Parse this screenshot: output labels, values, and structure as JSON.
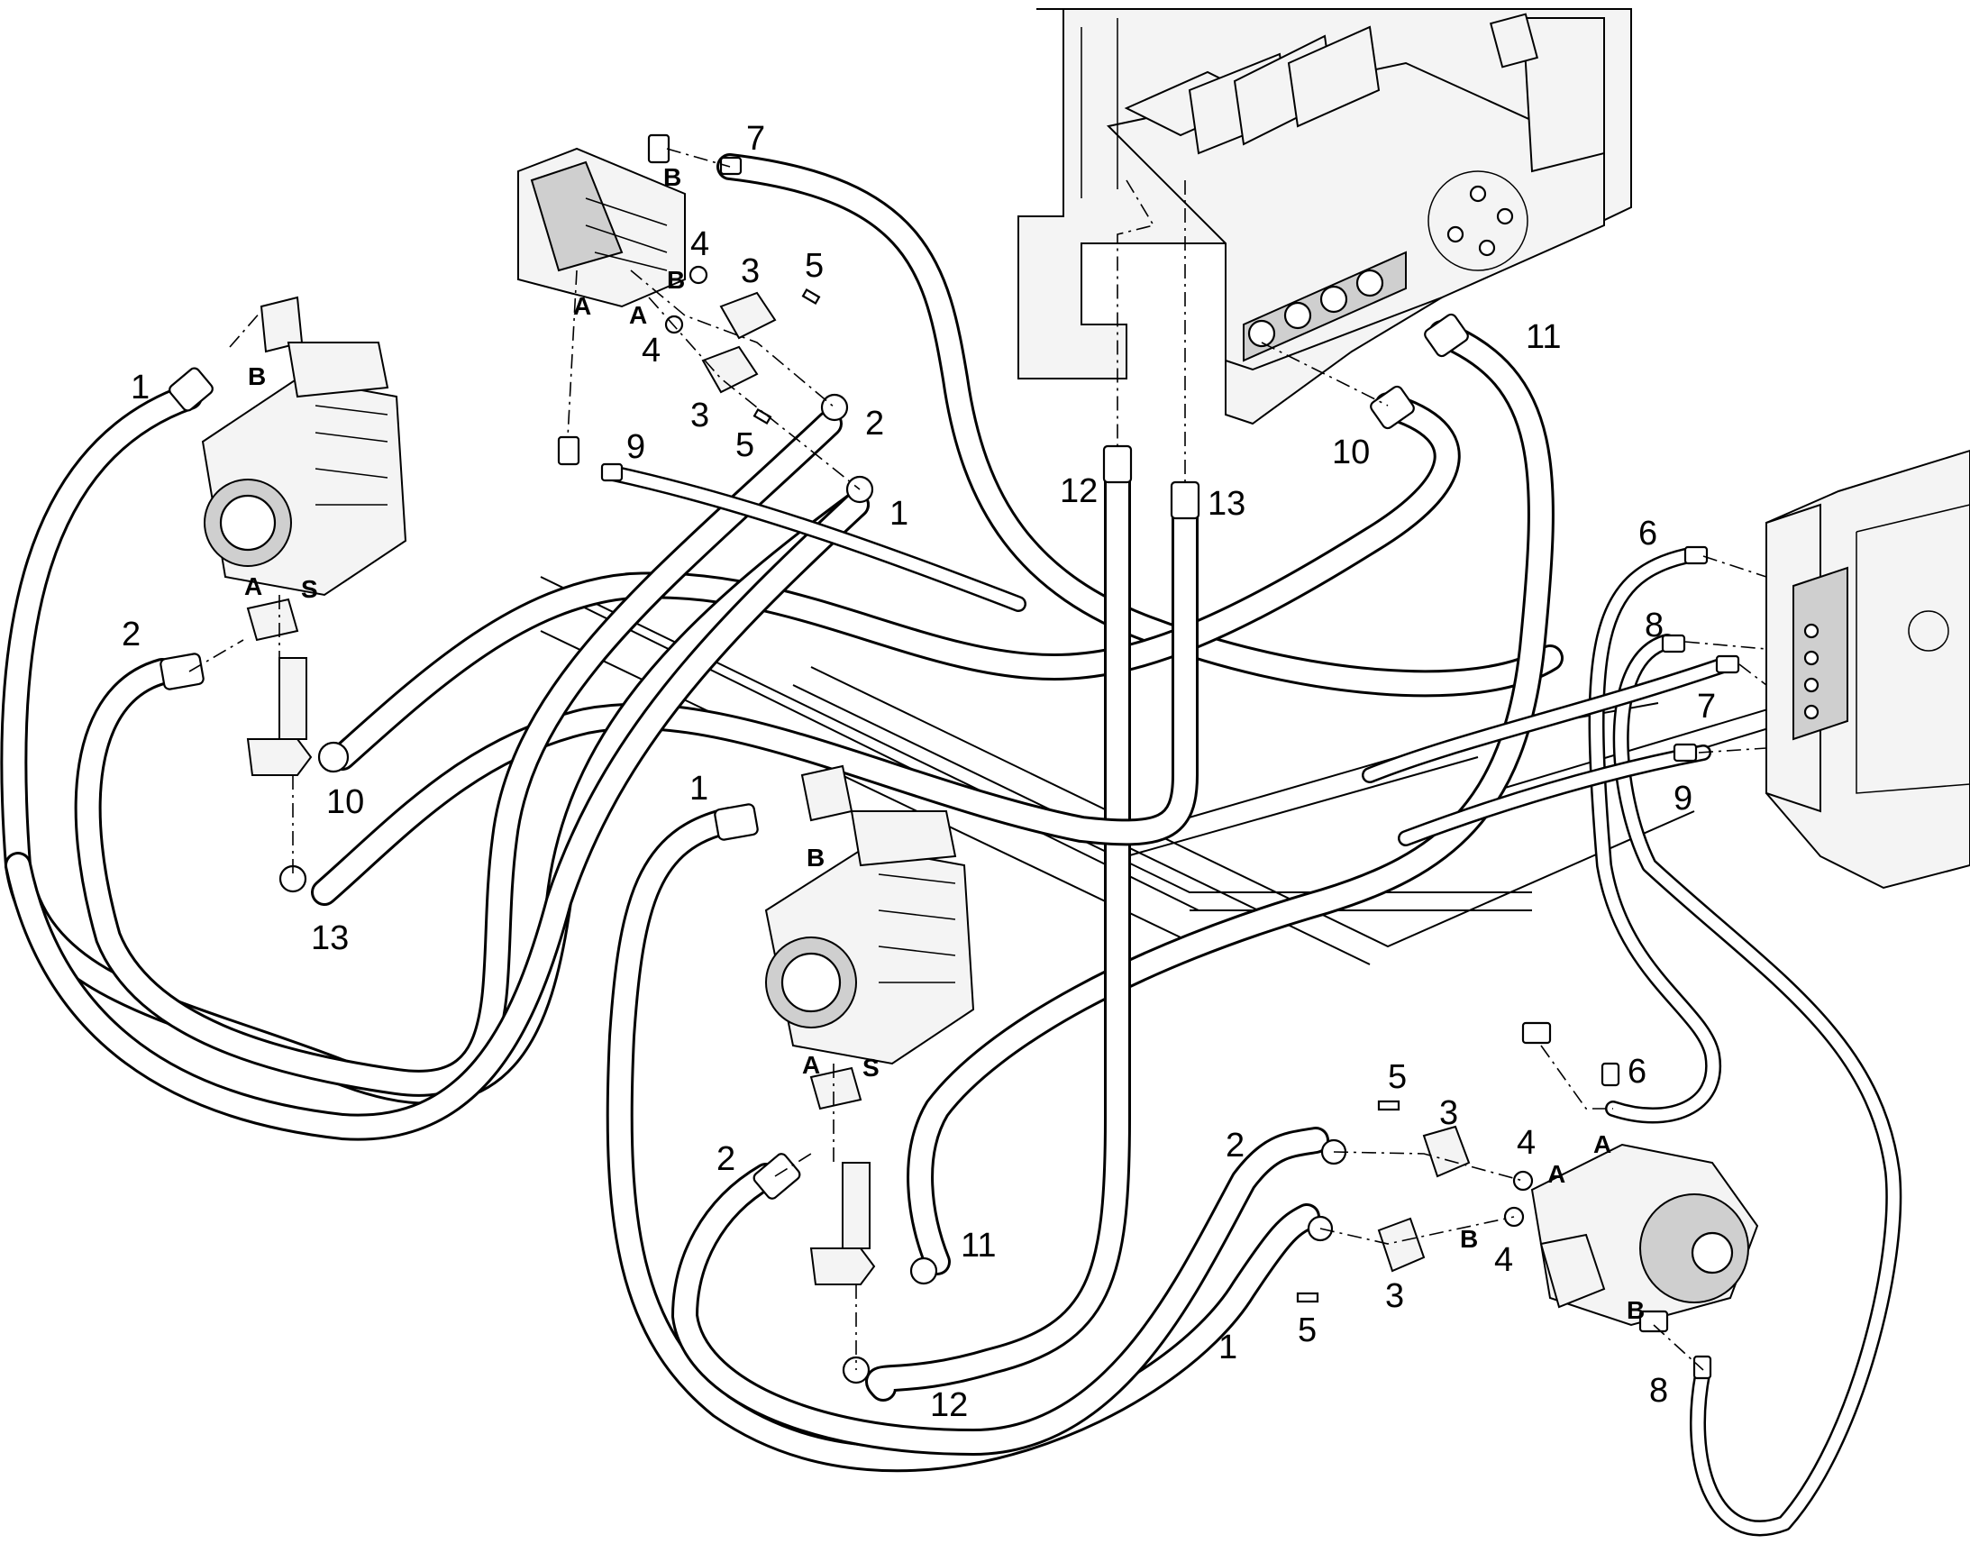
{
  "callouts": [
    {
      "id": "c1a",
      "text": "1"
    },
    {
      "id": "c1b",
      "text": "1"
    },
    {
      "id": "c1c",
      "text": "1"
    },
    {
      "id": "c1d",
      "text": "1"
    },
    {
      "id": "c2a",
      "text": "2"
    },
    {
      "id": "c2b",
      "text": "2"
    },
    {
      "id": "c2c",
      "text": "2"
    },
    {
      "id": "c2d",
      "text": "2"
    },
    {
      "id": "c3a",
      "text": "3"
    },
    {
      "id": "c3b",
      "text": "3"
    },
    {
      "id": "c3c",
      "text": "3"
    },
    {
      "id": "c3d",
      "text": "3"
    },
    {
      "id": "c4a",
      "text": "4"
    },
    {
      "id": "c4b",
      "text": "4"
    },
    {
      "id": "c4c",
      "text": "4"
    },
    {
      "id": "c4d",
      "text": "4"
    },
    {
      "id": "c5a",
      "text": "5"
    },
    {
      "id": "c5b",
      "text": "5"
    },
    {
      "id": "c5c",
      "text": "5"
    },
    {
      "id": "c5d",
      "text": "5"
    },
    {
      "id": "c6a",
      "text": "6"
    },
    {
      "id": "c6b",
      "text": "6"
    },
    {
      "id": "c7a",
      "text": "7"
    },
    {
      "id": "c7b",
      "text": "7"
    },
    {
      "id": "c8a",
      "text": "8"
    },
    {
      "id": "c8b",
      "text": "8"
    },
    {
      "id": "c9a",
      "text": "9"
    },
    {
      "id": "c9b",
      "text": "9"
    },
    {
      "id": "c10a",
      "text": "10"
    },
    {
      "id": "c10b",
      "text": "10"
    },
    {
      "id": "c11a",
      "text": "11"
    },
    {
      "id": "c11b",
      "text": "11"
    },
    {
      "id": "c12a",
      "text": "12"
    },
    {
      "id": "c12b",
      "text": "12"
    },
    {
      "id": "c13a",
      "text": "13"
    },
    {
      "id": "c13b",
      "text": "13"
    }
  ],
  "ports": [
    {
      "id": "pB1",
      "text": "B"
    },
    {
      "id": "pA1",
      "text": "A"
    },
    {
      "id": "pS1",
      "text": "S"
    },
    {
      "id": "pB2",
      "text": "B"
    },
    {
      "id": "pA2",
      "text": "A"
    },
    {
      "id": "pS2",
      "text": "S"
    },
    {
      "id": "pB3",
      "text": "B"
    },
    {
      "id": "pB3b",
      "text": "B"
    },
    {
      "id": "pA3",
      "text": "A"
    },
    {
      "id": "pA3b",
      "text": "A"
    },
    {
      "id": "pA4",
      "text": "A"
    },
    {
      "id": "pA4b",
      "text": "A"
    },
    {
      "id": "pB4",
      "text": "B"
    },
    {
      "id": "pB4b",
      "text": "B"
    }
  ],
  "colors": {
    "line": "#000000",
    "background": "#ffffff",
    "part_shade": "#cfcfcf"
  }
}
